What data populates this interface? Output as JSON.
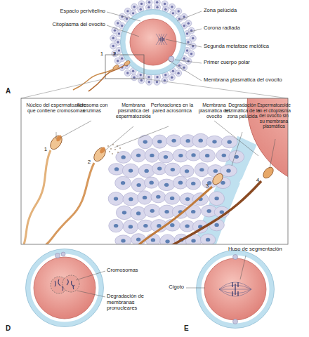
{
  "diagram": {
    "labels": [
      "Espacio perivitelino",
      "Citoplasma del ovocito",
      "Zona pelúcida",
      "Corona radiada",
      "Segunda metafase meiótica",
      "Primer cuerpo polar",
      "Membrana plasmática del ovocito",
      "1",
      "2",
      "A",
      "Núcleo del espermatozoide que contiene cromosomas",
      "Acrosoma con enzimas",
      "Membrana plasmática del espermatozoide",
      "Perforaciones en la pared acrosómica",
      "Membrana plasmática del ovocito",
      "Degradación enzimática de la zona pelúcida",
      "Espermatozoide en el citoplasma del ovocito sin su membrana plasmática",
      "1",
      "2",
      "3",
      "4",
      "Huso de segmentación",
      "Cromosomas",
      "Degradación de membranas pronucleares",
      "Cigoto",
      "D",
      "E"
    ]
  }
}
